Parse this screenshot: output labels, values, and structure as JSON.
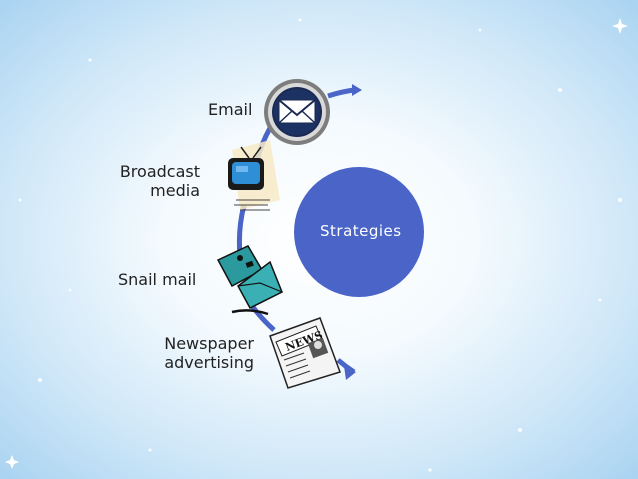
{
  "diagram": {
    "center_label": "Strategies",
    "items": [
      {
        "label": "Email",
        "icon": "envelope-icon"
      },
      {
        "label": "Broadcast media",
        "icon": "television-icon"
      },
      {
        "label": "Snail mail",
        "icon": "mail-letters-icon"
      },
      {
        "label": "Newspaper advertising",
        "icon": "newspaper-icon"
      }
    ],
    "newspaper_masthead": "NEWS"
  },
  "colors": {
    "center_fill": "#4a64c8",
    "ring": "#4a64c8",
    "mail_teal": "#2a9a9e",
    "tv_screen": "#2f8fd6"
  }
}
